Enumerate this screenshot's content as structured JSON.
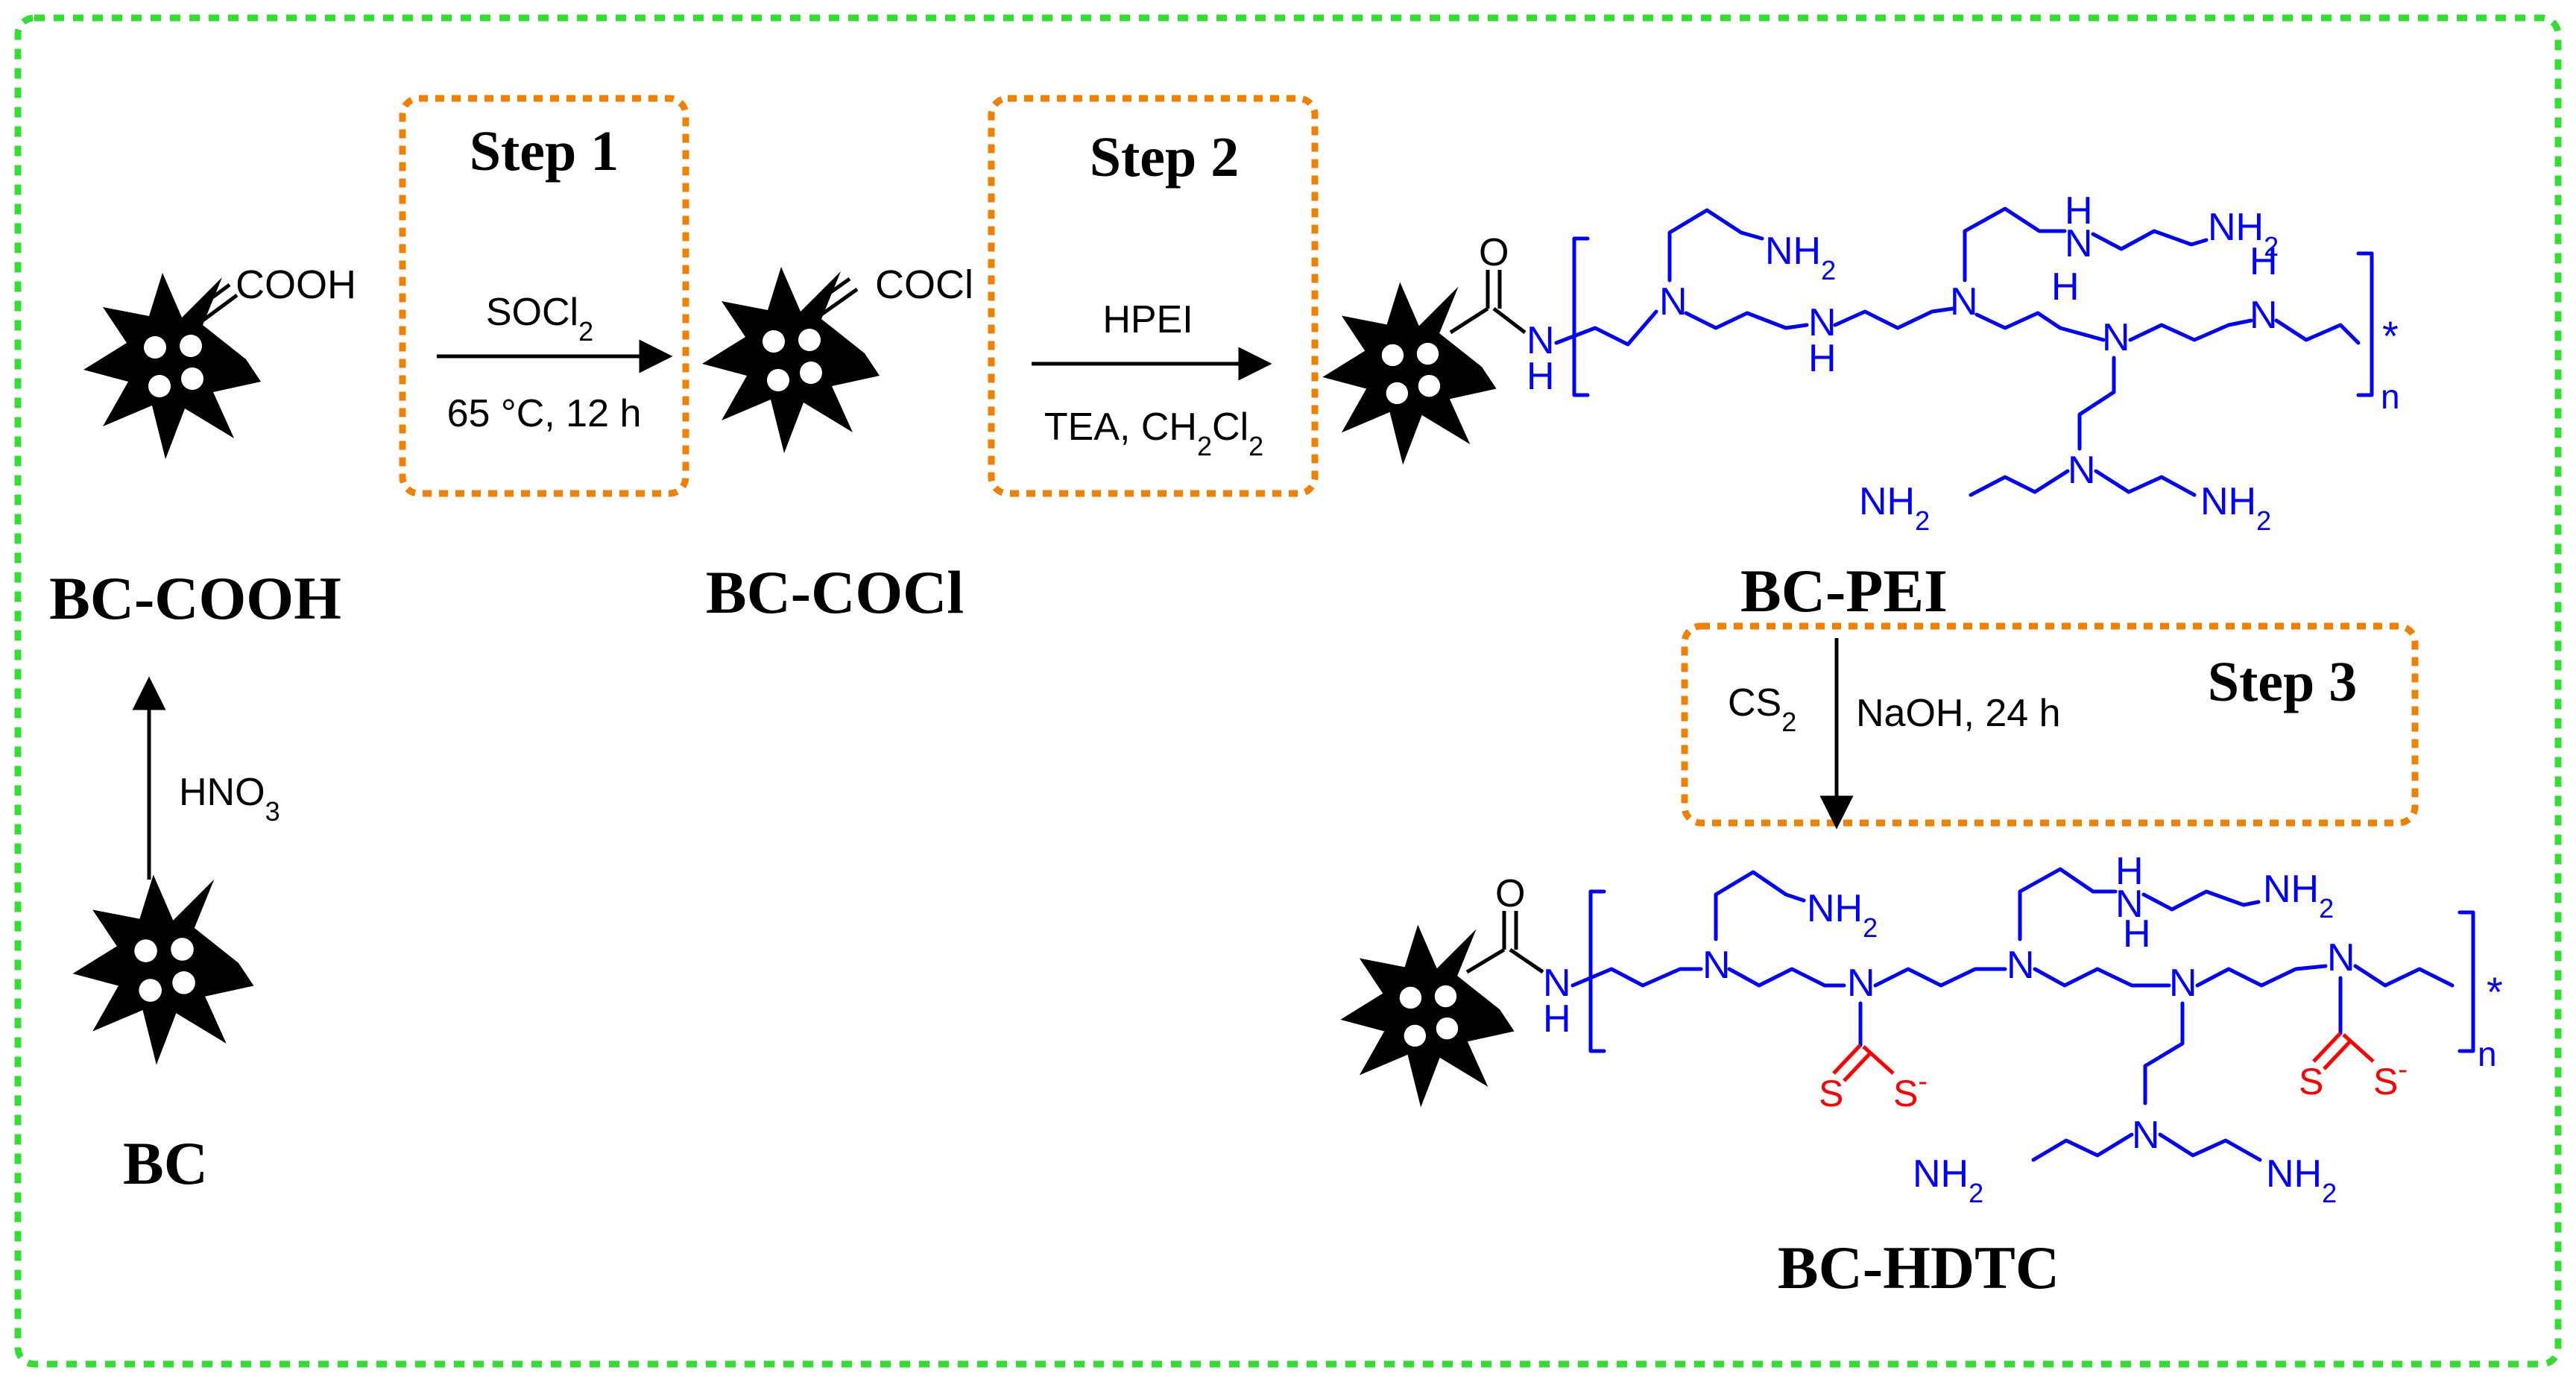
{
  "colors": {
    "outer_frame": "#33dd33",
    "step_frame": "#f08000",
    "polymer": "#0000ff",
    "dithiocarbamate": "#ff0000",
    "core": "#000000"
  },
  "icons": {
    "carbon_core": "biochar-star-icon"
  },
  "compounds": {
    "bc": "BC",
    "bc_cooh": "BC-COOH",
    "bc_cocl": "BC-COCl",
    "bc_pei": "BC-PEI",
    "bc_hdtc": "BC-HDTC"
  },
  "groups": {
    "cooh": "COOH",
    "cocl": "COCl"
  },
  "steps": {
    "step1": {
      "title": "Step 1",
      "reagent": "SOCl",
      "reagent_sub": "2",
      "conditions": "65 °C, 12 h"
    },
    "step2": {
      "title": "Step 2",
      "reagent": "HPEI",
      "conditions_a": "TEA, CH",
      "conditions_sub1": "2",
      "conditions_b": "Cl",
      "conditions_sub2": "2"
    },
    "step3": {
      "title": "Step 3",
      "reagent": "CS",
      "reagent_sub": "2",
      "conditions": "NaOH, 24 h"
    },
    "oxidation": {
      "reagent": "HNO",
      "reagent_sub": "3"
    }
  },
  "atoms": {
    "O": "O",
    "N": "N",
    "H": "H",
    "NH": "NH",
    "NH2": "NH",
    "sub2": "2",
    "S": "S",
    "S_minus": "S",
    "minus": "-",
    "star": "*",
    "n": "n"
  }
}
